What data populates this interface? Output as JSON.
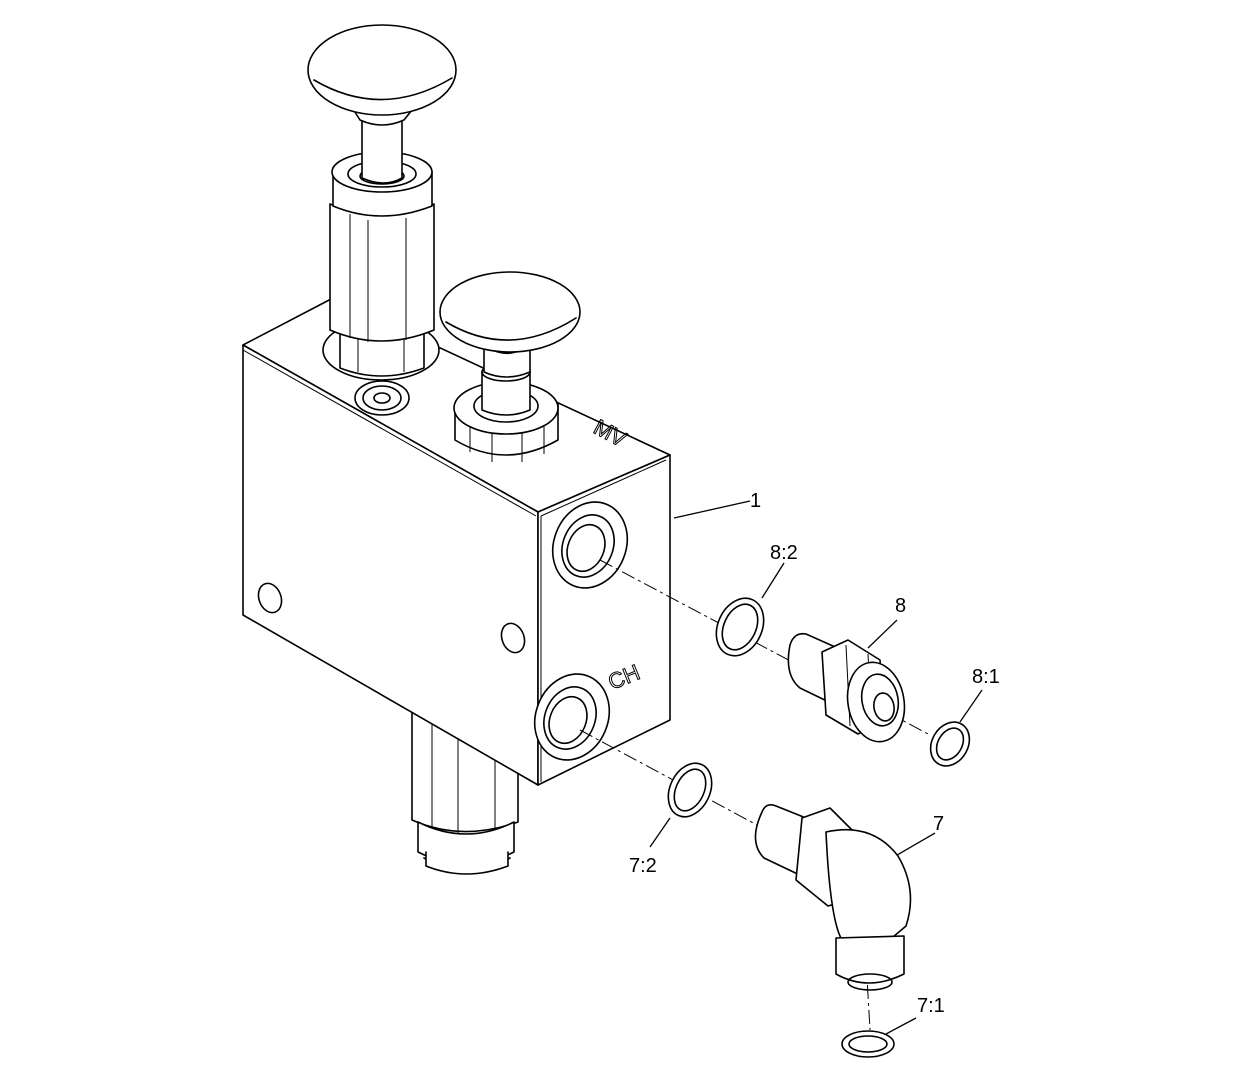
{
  "diagram": {
    "callouts": {
      "part_1": "1",
      "part_8_2": "8:2",
      "part_8": "8",
      "part_8_1": "8:1",
      "part_7": "7",
      "part_7_2": "7:2",
      "part_7_1": "7:1"
    },
    "port_markings": {
      "mv": "MV",
      "ch": "CH"
    }
  }
}
